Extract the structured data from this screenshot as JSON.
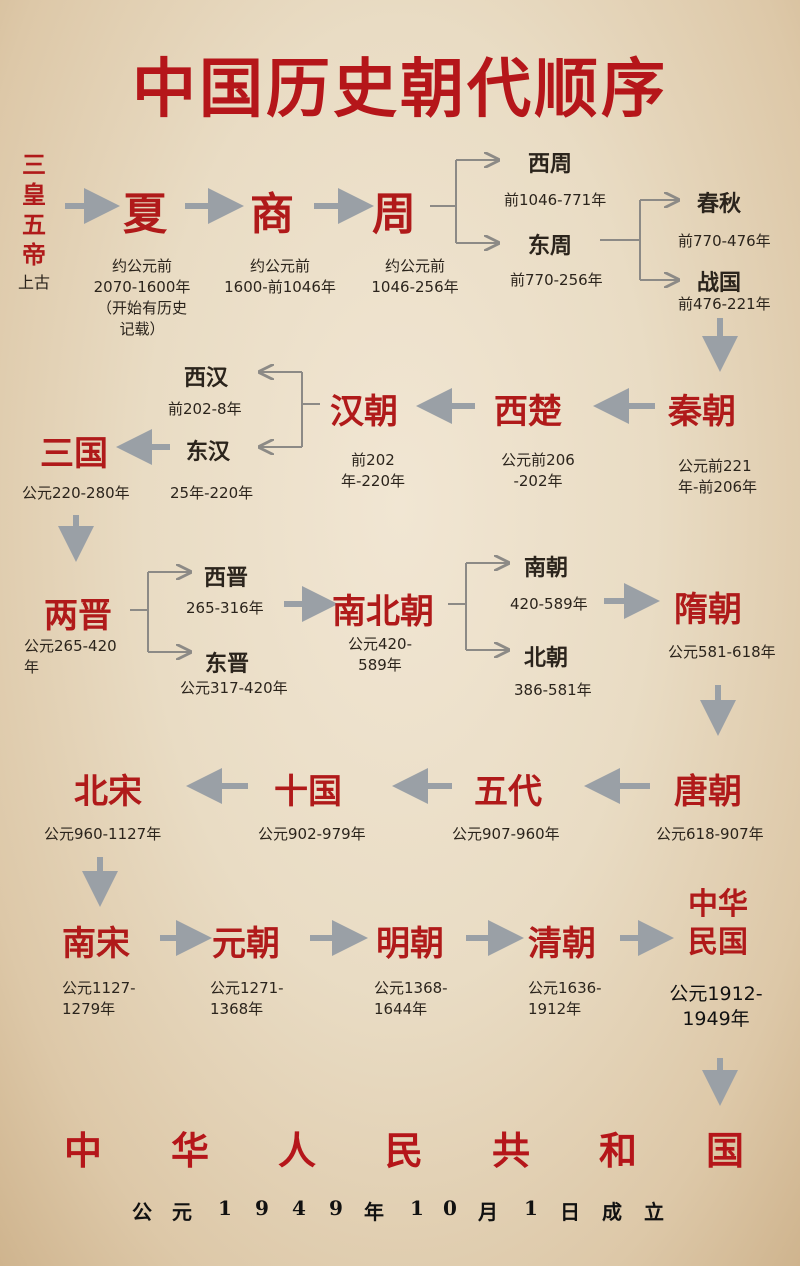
{
  "title": "中国历史朝代顺序",
  "row1": {
    "sanhuang": {
      "chars": [
        "三",
        "皇",
        "五",
        "帝"
      ],
      "sub": "上古"
    },
    "xia": {
      "name": "夏",
      "date1": "约公元前",
      "date2": "2070-1600年",
      "date3": "（开始有历史",
      "date4": "记载）"
    },
    "shang": {
      "name": "商",
      "date1": "约公元前",
      "date2": "1600-前1046年"
    },
    "zhou": {
      "name": "周",
      "date1": "约公元前",
      "date2": "1046-256年"
    },
    "xizhou": {
      "name": "西周",
      "date": "前1046-771年"
    },
    "dongzhou": {
      "name": "东周",
      "date": "前770-256年"
    },
    "chunqiu": {
      "name": "春秋",
      "date": "前770-476年"
    },
    "zhanguo": {
      "name": "战国",
      "date": "前476-221年"
    }
  },
  "row2": {
    "qin": {
      "name": "秦朝",
      "date1": "公元前221",
      "date2": "年-前206年"
    },
    "xichu": {
      "name": "西楚",
      "date1": "公元前206",
      "date2": "-202年"
    },
    "han": {
      "name": "汉朝",
      "date1": "前202",
      "date2": "年-220年"
    },
    "xihan": {
      "name": "西汉",
      "date": "前202-8年"
    },
    "donghan": {
      "name": "东汉",
      "date": "25年-220年"
    },
    "sanguo": {
      "name": "三国",
      "date": "公元220-280年"
    }
  },
  "row3": {
    "liangjin": {
      "name": "两晋",
      "date1": "公元265-420",
      "date2": "年"
    },
    "xijin": {
      "name": "西晋",
      "date": "265-316年"
    },
    "dongjin": {
      "name": "东晋",
      "date": "公元317-420年"
    },
    "nanbei": {
      "name": "南北朝",
      "date1": "公元420-",
      "date2": "589年"
    },
    "nanchao": {
      "name": "南朝",
      "date": "420-589年"
    },
    "beichao": {
      "name": "北朝",
      "date": "386-581年"
    },
    "sui": {
      "name": "隋朝",
      "date": "公元581-618年"
    }
  },
  "row4": {
    "tang": {
      "name": "唐朝",
      "date": "公元618-907年"
    },
    "wudai": {
      "name": "五代",
      "date": "公元907-960年"
    },
    "shiguo": {
      "name": "十国",
      "date": "公元902-979年"
    },
    "beisong": {
      "name": "北宋",
      "date": "公元960-1127年"
    }
  },
  "row5": {
    "nansong": {
      "name": "南宋",
      "date1": "公元1127-",
      "date2": "1279年"
    },
    "yuan": {
      "name": "元朝",
      "date1": "公元1271-",
      "date2": "1368年"
    },
    "ming": {
      "name": "明朝",
      "date1": "公元1368-",
      "date2": "1644年"
    },
    "qing": {
      "name": "清朝",
      "date1": "公元1636-",
      "date2": "1912年"
    },
    "roc": {
      "name1": "中华",
      "name2": "民国",
      "date1": "公元1912-",
      "date2": "1949年"
    }
  },
  "prc": {
    "chars": [
      "中",
      "华",
      "人",
      "民",
      "共",
      "和",
      "国"
    ]
  },
  "established": {
    "chars": [
      "公",
      "元",
      "1",
      "9",
      "4",
      "9",
      "年",
      "1",
      "0",
      "月",
      "1",
      "日",
      "成",
      "立"
    ]
  },
  "colors": {
    "red": "#b01a1a",
    "arrow": "#9aa0a6",
    "bracket": "#8c8a86",
    "text": "#2b241c"
  }
}
